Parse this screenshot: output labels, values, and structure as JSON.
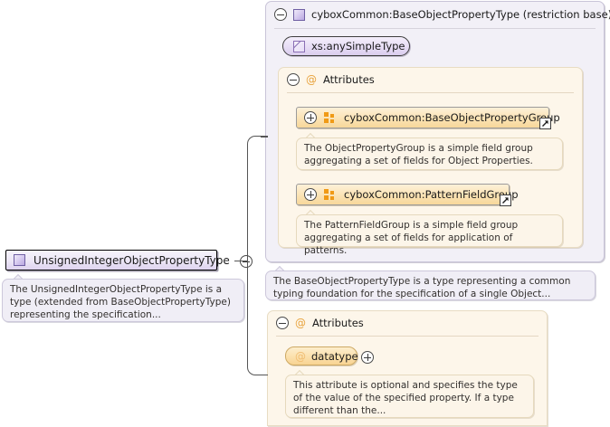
{
  "diagram": {
    "type": "xml-schema-diagram",
    "main_node": {
      "label": "UnsignedIntegerObjectPropertyType",
      "icon": "complex-type-icon",
      "toggle": "collapse-icon",
      "annotation": "The UnsignedIntegerObjectPropertyType is a type (extended from BaseObjectPropertyType) representing the specification..."
    },
    "base_panel": {
      "title": "cyboxCommon:BaseObjectPropertyType (restriction base)",
      "icon": "complex-type-icon",
      "toggle": "collapse-icon",
      "simple_type": {
        "label": "xs:anySimpleType",
        "icon": "simple-type-icon"
      },
      "attributes_section": {
        "title": "Attributes",
        "icon": "at-icon",
        "toggle": "collapse-icon",
        "groups": [
          {
            "label": "cyboxCommon:BaseObjectPropertyGroup",
            "icon": "attribute-group-icon",
            "toggle": "expand-icon",
            "link_badge": "external-link-icon",
            "annotation": "The ObjectPropertyGroup is a simple field group aggregating a set of fields for Object Properties."
          },
          {
            "label": "cyboxCommon:PatternFieldGroup",
            "icon": "attribute-group-icon",
            "toggle": "expand-icon",
            "link_badge": "external-link-icon",
            "annotation": "The PatternFieldGroup is a simple field group aggregating a set of fields for application of patterns."
          }
        ]
      },
      "annotation": "The BaseObjectPropertyType is a type representing a common typing foundation for the specification of a single Object..."
    },
    "local_attributes_panel": {
      "title": "Attributes",
      "icon": "at-icon",
      "toggle": "collapse-icon",
      "attribute": {
        "label": "datatype",
        "icon": "at-icon",
        "toggle": "expand-icon",
        "annotation": "This attribute is optional and specifies the type of the value of the specified property. If a type different than the..."
      }
    }
  },
  "colors": {
    "purple_panel_bg": "#f2f0f7",
    "purple_panel_border": "#c9c4d8",
    "orange_panel_bg": "#fdf6ea",
    "orange_panel_border": "#e8dcc3",
    "group_node_accent": "#f09a16",
    "attribute_accent": "#e8a33d",
    "connector": "#555555"
  }
}
